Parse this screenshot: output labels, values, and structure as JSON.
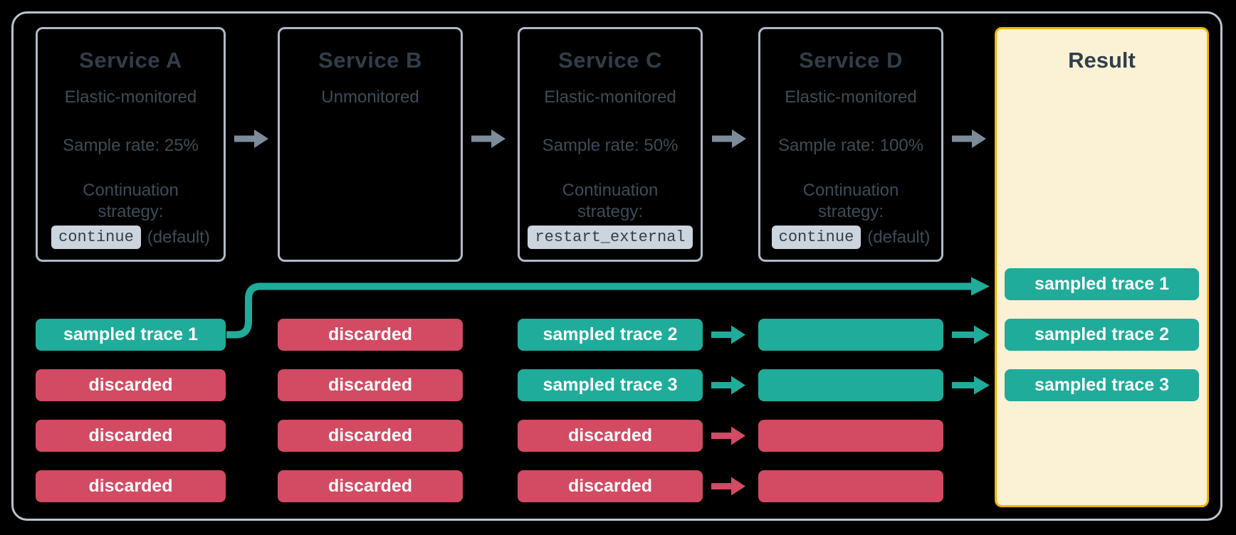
{
  "colors": {
    "background": "#000000",
    "frame-border": "#b9c4cf",
    "box-border": "#aebac6",
    "title-text": "#323e4a",
    "body-text": "#3e4c58",
    "sampled": "#20ac9a",
    "discarded": "#d34a63",
    "gray-arrow": "#7d8c9a",
    "code-chip-bg": "#ccd5dd",
    "result-bg": "#fbf2d5",
    "result-border": "#f0b400",
    "chip-text": "#ffffff"
  },
  "services": [
    {
      "title": "Service A",
      "subtitle": "Elastic-monitored",
      "sample_rate": "Sample rate: 25%",
      "continuation_label": "Continuation strategy:",
      "strategy_code": "continue",
      "strategy_suffix": "(default)"
    },
    {
      "title": "Service B",
      "subtitle": "Unmonitored"
    },
    {
      "title": "Service C",
      "subtitle": "Elastic-monitored",
      "sample_rate": "Sample rate: 50%",
      "continuation_label": "Continuation strategy:",
      "strategy_code": "restart_external"
    },
    {
      "title": "Service D",
      "subtitle": "Elastic-monitored",
      "sample_rate": "Sample rate: 100%",
      "continuation_label": "Continuation strategy:",
      "strategy_code": "continue",
      "strategy_suffix": "(default)"
    }
  ],
  "trace_columns": [
    {
      "service": "Service A",
      "chips": [
        {
          "label": "sampled trace 1",
          "type": "sampled"
        },
        {
          "label": "discarded",
          "type": "discarded"
        },
        {
          "label": "discarded",
          "type": "discarded"
        },
        {
          "label": "discarded",
          "type": "discarded"
        }
      ]
    },
    {
      "service": "Service B",
      "chips": [
        {
          "label": "discarded",
          "type": "discarded"
        },
        {
          "label": "discarded",
          "type": "discarded"
        },
        {
          "label": "discarded",
          "type": "discarded"
        },
        {
          "label": "discarded",
          "type": "discarded"
        }
      ]
    },
    {
      "service": "Service C",
      "chips": [
        {
          "label": "sampled trace 2",
          "type": "sampled"
        },
        {
          "label": "sampled trace 3",
          "type": "sampled"
        },
        {
          "label": "discarded",
          "type": "discarded"
        },
        {
          "label": "discarded",
          "type": "discarded"
        }
      ]
    },
    {
      "service": "Service D",
      "chips": [
        {
          "label": "",
          "type": "sampled"
        },
        {
          "label": "",
          "type": "sampled"
        },
        {
          "label": "",
          "type": "discarded"
        },
        {
          "label": "",
          "type": "discarded"
        }
      ]
    }
  ],
  "result": {
    "title": "Result",
    "traces": [
      "sampled trace 1",
      "sampled trace 2",
      "sampled trace 3"
    ]
  }
}
